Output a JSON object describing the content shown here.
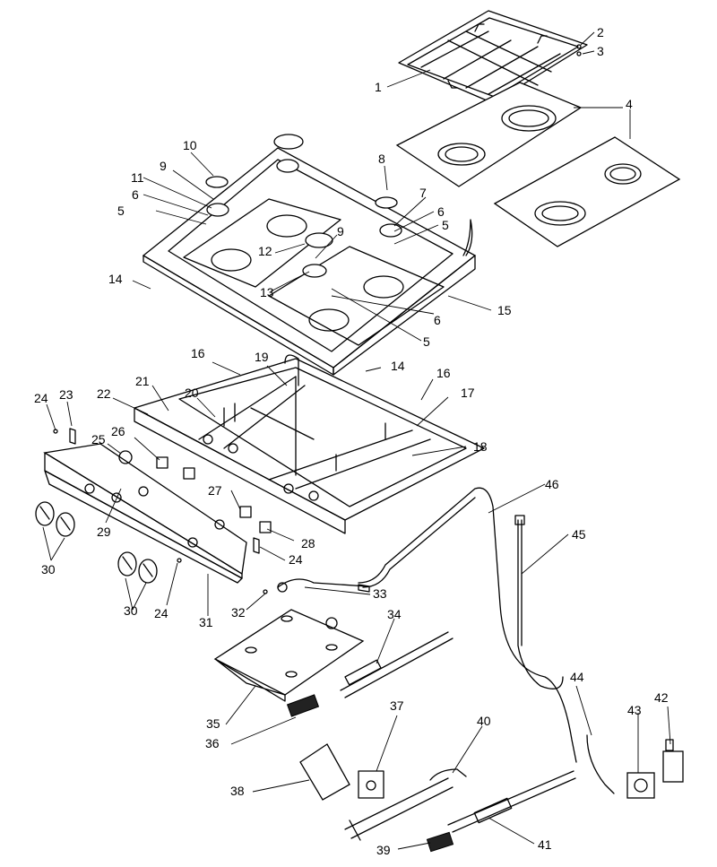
{
  "callouts": [
    "1",
    "2",
    "3",
    "4",
    "5",
    "6",
    "7",
    "8",
    "9",
    "10",
    "11",
    "12",
    "13",
    "14",
    "15",
    "16",
    "17",
    "18",
    "19",
    "20",
    "21",
    "22",
    "23",
    "24",
    "25",
    "26",
    "27",
    "28",
    "29",
    "30",
    "31",
    "32",
    "33",
    "34",
    "35",
    "36",
    "37",
    "38",
    "39",
    "40",
    "41",
    "42",
    "43",
    "44",
    "45",
    "46"
  ],
  "labels": [
    {
      "key": "c1",
      "num": "1"
    },
    {
      "key": "c2",
      "num": "2"
    },
    {
      "key": "c3",
      "num": "3"
    },
    {
      "key": "c4",
      "num": "4"
    },
    {
      "key": "c5a",
      "num": "5"
    },
    {
      "key": "c5b",
      "num": "5"
    },
    {
      "key": "c5c",
      "num": "5"
    },
    {
      "key": "c6a",
      "num": "6"
    },
    {
      "key": "c6b",
      "num": "6"
    },
    {
      "key": "c6c",
      "num": "6"
    },
    {
      "key": "c7",
      "num": "7"
    },
    {
      "key": "c8",
      "num": "8"
    },
    {
      "key": "c9a",
      "num": "9"
    },
    {
      "key": "c9b",
      "num": "9"
    },
    {
      "key": "c10",
      "num": "10"
    },
    {
      "key": "c11",
      "num": "11"
    },
    {
      "key": "c12",
      "num": "12"
    },
    {
      "key": "c13",
      "num": "13"
    },
    {
      "key": "c14a",
      "num": "14"
    },
    {
      "key": "c14b",
      "num": "14"
    },
    {
      "key": "c15",
      "num": "15"
    },
    {
      "key": "c16a",
      "num": "16"
    },
    {
      "key": "c16b",
      "num": "16"
    },
    {
      "key": "c17",
      "num": "17"
    },
    {
      "key": "c18",
      "num": "18"
    },
    {
      "key": "c19",
      "num": "19"
    },
    {
      "key": "c20",
      "num": "20"
    },
    {
      "key": "c21",
      "num": "21"
    },
    {
      "key": "c22",
      "num": "22"
    },
    {
      "key": "c23",
      "num": "23"
    },
    {
      "key": "c24a",
      "num": "24"
    },
    {
      "key": "c24b",
      "num": "24"
    },
    {
      "key": "c24c",
      "num": "24"
    },
    {
      "key": "c25",
      "num": "25"
    },
    {
      "key": "c26",
      "num": "26"
    },
    {
      "key": "c27",
      "num": "27"
    },
    {
      "key": "c28",
      "num": "28"
    },
    {
      "key": "c29",
      "num": "29"
    },
    {
      "key": "c30a",
      "num": "30"
    },
    {
      "key": "c30b",
      "num": "30"
    },
    {
      "key": "c31",
      "num": "31"
    },
    {
      "key": "c32",
      "num": "32"
    },
    {
      "key": "c33",
      "num": "33"
    },
    {
      "key": "c34",
      "num": "34"
    },
    {
      "key": "c35",
      "num": "35"
    },
    {
      "key": "c36",
      "num": "36"
    },
    {
      "key": "c37",
      "num": "37"
    },
    {
      "key": "c38",
      "num": "38"
    },
    {
      "key": "c39",
      "num": "39"
    },
    {
      "key": "c40",
      "num": "40"
    },
    {
      "key": "c41",
      "num": "41"
    },
    {
      "key": "c42",
      "num": "42"
    },
    {
      "key": "c43",
      "num": "43"
    },
    {
      "key": "c44",
      "num": "44"
    },
    {
      "key": "c45",
      "num": "45"
    },
    {
      "key": "c46",
      "num": "46"
    }
  ]
}
